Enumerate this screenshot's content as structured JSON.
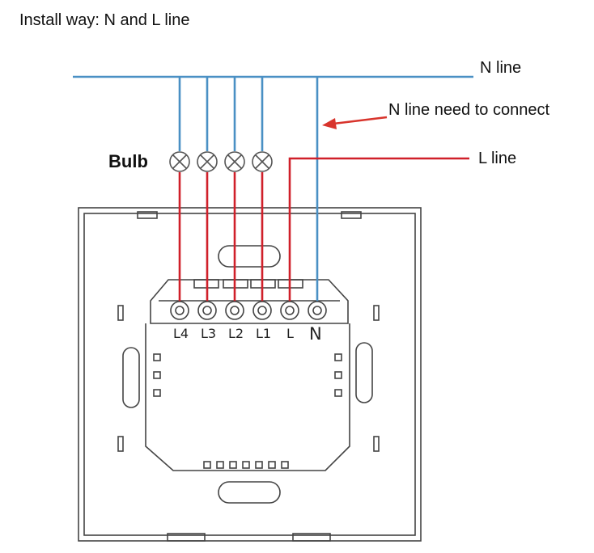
{
  "title": "Install way: N and L line",
  "labels": {
    "n_line": "N line",
    "n_line_note": "N line need to connect",
    "l_line": "L line",
    "bulb": "Bulb"
  },
  "terminals": [
    "L4",
    "L3",
    "L2",
    "L1",
    "L",
    "N"
  ],
  "colors": {
    "neutral_wire": "#4a90c4",
    "live_wire": "#d0202a",
    "arrow": "#d8342c",
    "outline": "#444444"
  }
}
